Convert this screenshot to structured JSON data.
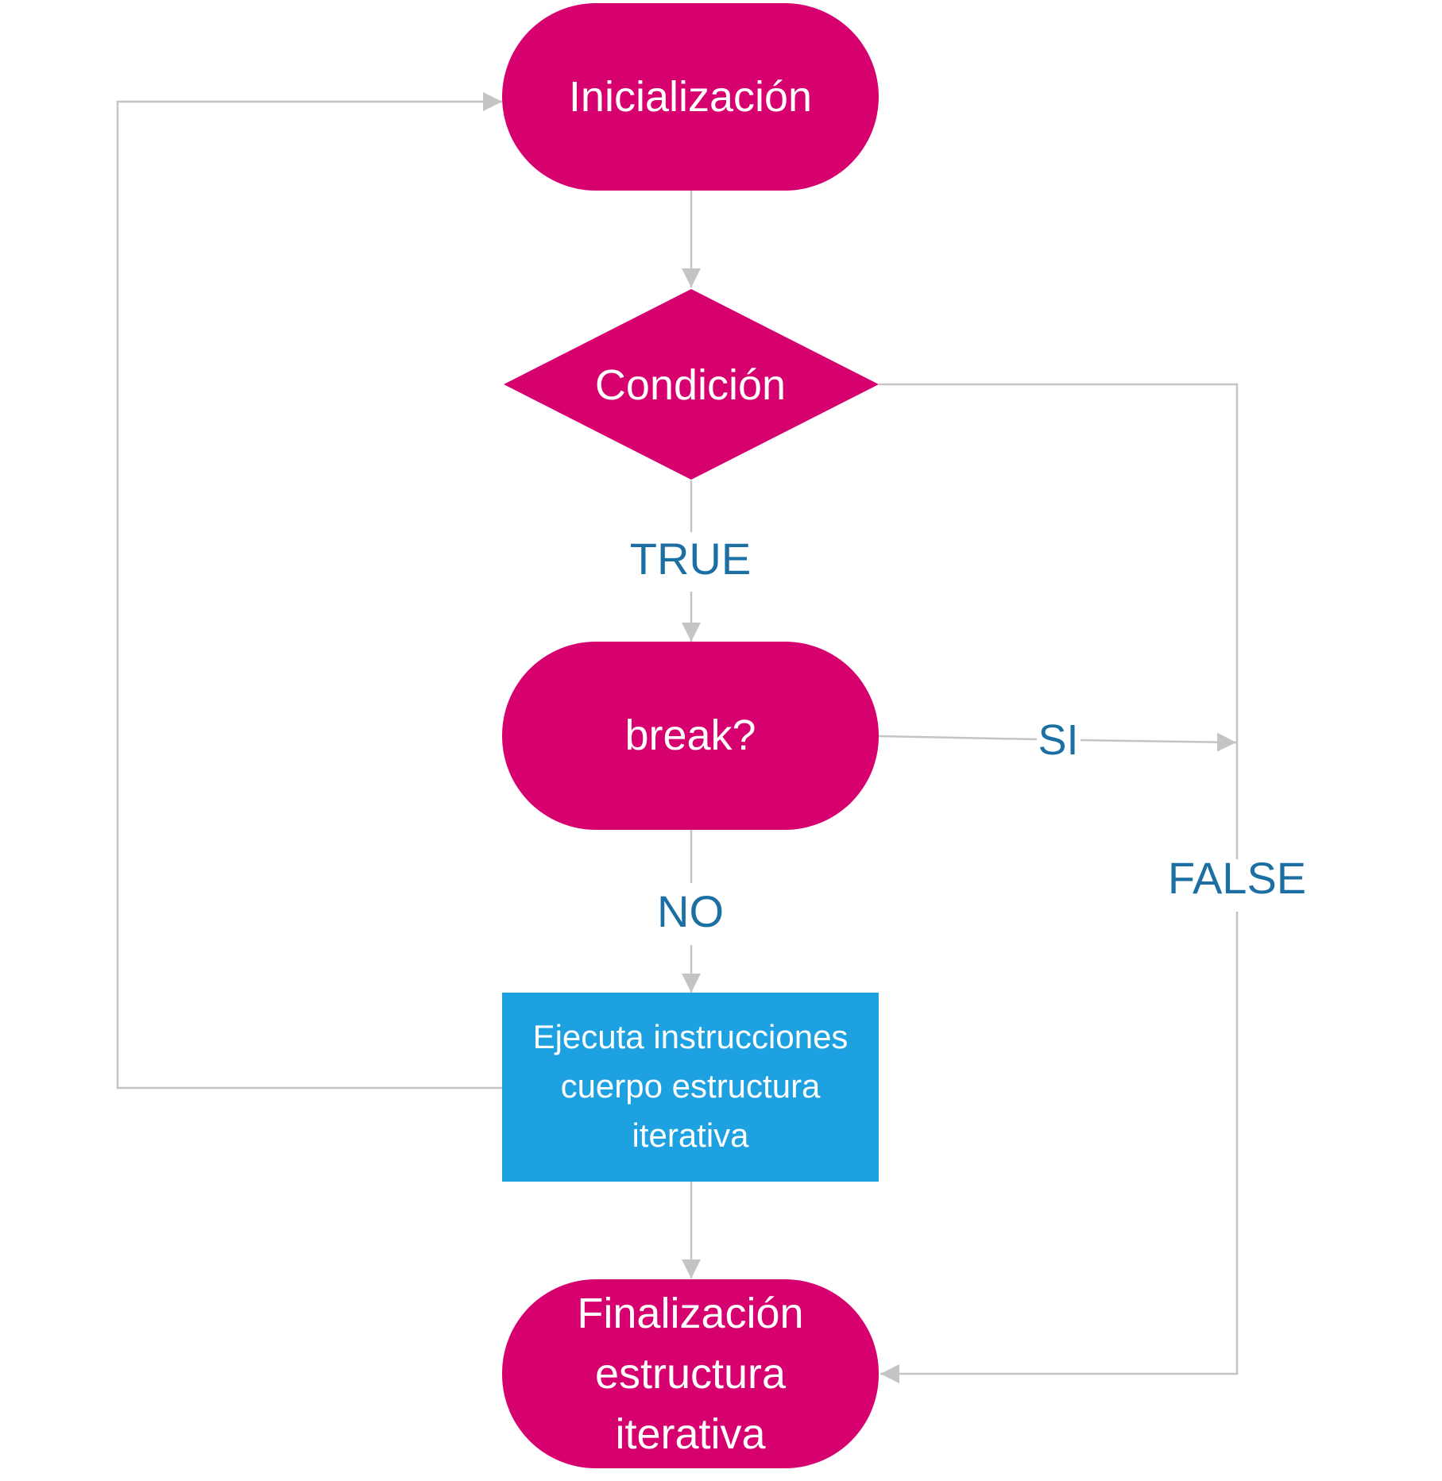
{
  "colors": {
    "terminal_fill": "#d6006f",
    "decision_fill": "#d6006f",
    "process_fill": "#1ea1e0",
    "connector": "#c4c4c4",
    "edge_label": "#1c6fa3",
    "node_text": "#ffffff"
  },
  "nodes": {
    "init": {
      "label": "Inicialización"
    },
    "condition": {
      "label": "Condición"
    },
    "break_check": {
      "label": "break?"
    },
    "body": {
      "lines": [
        "Ejecuta instrucciones",
        "cuerpo estructura",
        "iterativa"
      ]
    },
    "end": {
      "lines": [
        "Finalización",
        "estructura",
        "iterativa"
      ]
    }
  },
  "edge_labels": {
    "true": "TRUE",
    "false": "FALSE",
    "si": "SI",
    "no": "NO"
  }
}
